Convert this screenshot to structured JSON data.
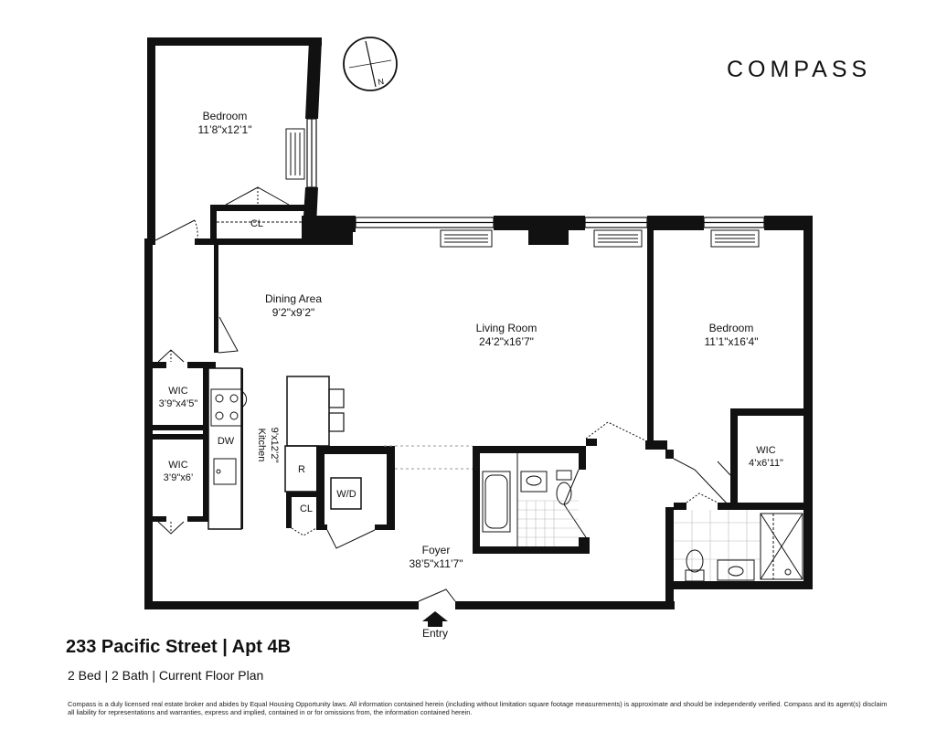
{
  "brand": {
    "name": "COMPASS"
  },
  "listing": {
    "address": "233 Pacific Street | Apt 4B",
    "summary": "2 Bed | 2 Bath | Current Floor Plan"
  },
  "rooms": {
    "bedroom_north": {
      "name": "Bedroom",
      "dims": "11’8\"x12’1\""
    },
    "closet_bedroom": {
      "name": "CL"
    },
    "dining": {
      "name": "Dining Area",
      "dims": "9’2\"x9’2\""
    },
    "living": {
      "name": "Living Room",
      "dims": "24’2\"x16’7\""
    },
    "bedroom_east": {
      "name": "Bedroom",
      "dims": "11’1\"x16’4\""
    },
    "wic_upper": {
      "name": "WIC",
      "dims": "3’9\"x4’5\""
    },
    "wic_lower": {
      "name": "WIC",
      "dims": "3’9\"x6’"
    },
    "kitchen": {
      "name": "Kitchen",
      "dims": "9’x12’2\""
    },
    "dishwasher": {
      "name": "DW"
    },
    "refrigerator": {
      "name": "R"
    },
    "closet_foyer": {
      "name": "CL"
    },
    "washer_dryer": {
      "name": "W/D"
    },
    "foyer": {
      "name": "Foyer",
      "dims": "38’5\"x11’7\""
    },
    "wic_east": {
      "name": "WIC",
      "dims": "4’x6’11\""
    },
    "entry": {
      "name": "Entry"
    }
  },
  "compass": {
    "north_label": "N"
  },
  "disclaimer": "Compass is a duly licensed real estate broker and abides by Equal Housing Opportunity laws.  All information contained herein (including without limitation square footage measurements) is approximate and should be independently verified. Compass and its agent(s) disclaim all liability for representations and warranties, express and implied, contained in or for omissions from, the information contained herein."
}
